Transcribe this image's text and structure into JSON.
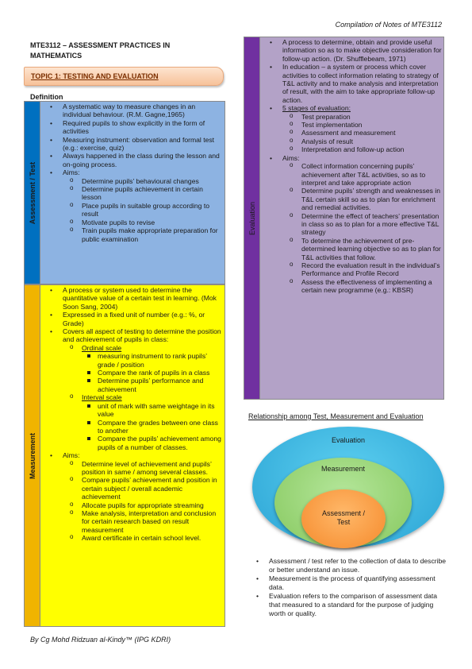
{
  "header": {
    "compilation": "Compilation of Notes of MTE3112"
  },
  "course_title": "MTE3112 – ASSESSMENT PRACTICES IN MATHEMATICS",
  "topic": "TOPIC 1: TESTING AND EVALUATION",
  "section": "Definition",
  "assessment": {
    "label": "Assessment / Test",
    "items": [
      "A systematic way to measure changes in an individual behaviour. (R.M. Gagne,1965)",
      "Required pupils to show explicitly in the form of activities",
      "Measuring instrument: observation and formal test (e.g.: exercise, quiz)",
      "Always happened in the class during the lesson and on-going process."
    ],
    "aims_label": "Aims:",
    "aims": [
      "Determine pupils’ behavioural changes",
      "Determine pupils achievement in certain lesson",
      "Place pupils in suitable group according to result",
      "Motivate pupils to revise",
      "Train pupils make appropriate preparation for public examination"
    ]
  },
  "measurement": {
    "label": "Measurement",
    "items": [
      "A process or system used to determine the quantitative value of a certain test in learning. (Mok Soon Sang, 2004)",
      "Expressed in a fixed unit of number (e.g.: %, or Grade)",
      "Covers all aspect of testing to determine the position and achievement of pupils in class:"
    ],
    "ordinal_label": "Ordinal scale",
    "ordinal": [
      "measuring instrument to rank pupils’ grade / position",
      "Compare the rank of pupils in a class",
      "Determine pupils’ performance and achievement"
    ],
    "interval_label": "Interval scale",
    "interval": [
      "unit of mark with same weightage in its value",
      "Compare the grades between one class to another",
      "Compare the pupils’ achievement among pupils of a number of classes."
    ],
    "aims_label": "Aims:",
    "aims": [
      "Determine level of achievement and pupils’ position in same / among several classes.",
      "Compare pupils’ achievement and position in certain subject / overall academic achievement",
      "Allocate pupils for appropriate streaming",
      "Make analysis, interpretation and conclusion for certain research based on result measurement",
      "Award certificate in certain school level."
    ]
  },
  "evaluation": {
    "label": "Evaluation",
    "items": [
      "A process to determine, obtain and provide useful information so as to make objective consideration for follow-up action. (Dr. Shufflebeam, 1971)",
      "In education – a system or process which cover activities to collect information relating to strategy of T&L activity and to make analysis and interpretation of result, with the aim to take appropriate follow-up action."
    ],
    "stages_label": "5 stages of evaluation:",
    "stages": [
      "Test preparation",
      "Test implementation",
      "Assessment and measurement",
      "Analysis of result",
      "Interpretation and follow-up action"
    ],
    "aims_label": "Aims:",
    "aims": [
      "Collect information concerning pupils’ achievement after T&L activities, so as to interpret and take appropriate action",
      "Determine pupils’ strength and weaknesses in T&L certain skill so as to plan for enrichment and remedial activities.",
      "Determine the effect of teachers’ presentation in class so as to plan for a more effective T&L strategy",
      "To determine the achievement of pre-determined learning objective so as to plan for T&L activities that follow.",
      "Record the evaluation result in the individual’s Performance and Profile Record",
      "Assess the effectiveness of implementing a certain new programme (e.g.: KBSR)"
    ]
  },
  "relationship": {
    "title": "Relationship among Test, Measurement and Evaluation",
    "outer": "Evaluation",
    "middle": "Measurement",
    "inner_line1": "Assessment /",
    "inner_line2": "Test",
    "colors": {
      "outer": "#2aa3d4",
      "middle": "#86c85e",
      "inner": "#f58a2c"
    }
  },
  "points": [
    "Assessment / test refer to the collection of data to describe or better understand an issue.",
    "Measurement is the process of quantifying assessment data.",
    "Evaluation refers to the comparison of assessment data that measured to a standard for the purpose of judging worth or quality."
  ],
  "footer": "By Cg Mohd Ridzuan al-Kindy™ (IPG KDRI)"
}
